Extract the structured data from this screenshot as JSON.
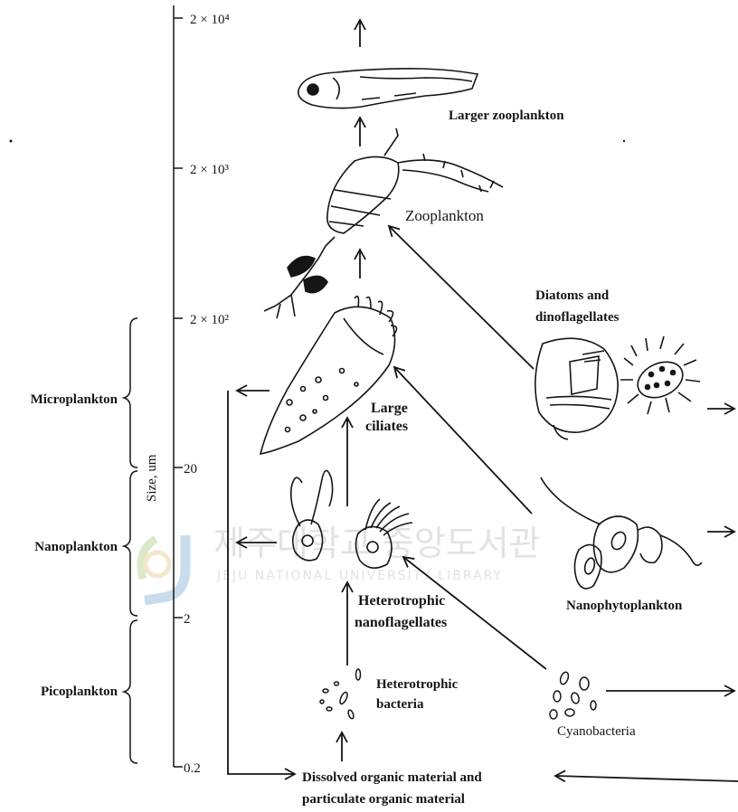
{
  "axis": {
    "title": "Size, um",
    "ticks": [
      "2 × 10⁴",
      "2 × 10³",
      "2 × 10²",
      "20",
      "2",
      "0.2"
    ]
  },
  "size_classes": [
    "Microplankton",
    "Nanoplankton",
    "Picoplankton"
  ],
  "labels": {
    "larger_zooplankton": "Larger zooplankton",
    "zooplankton": "Zooplankton",
    "diatoms_line1": "Diatoms and",
    "diatoms_line2": "dinoflagellates",
    "large_ciliates_line1": "Large",
    "large_ciliates_line2": "ciliates",
    "hnf_line1": "Heterotrophic",
    "hnf_line2": "nanoflagellates",
    "bacteria_line1": "Heterotrophic",
    "bacteria_line2": "bacteria",
    "nanophytoplankton": "Nanophytoplankton",
    "cyanobacteria": "Cyanobacteria",
    "dom_line1": "Dissolved organic material and",
    "dom_line2": "particulate organic material"
  },
  "watermark": {
    "korean": "제주대학교 중앙도서관",
    "english": "JEJU NATIONAL UNIVERSITY LIBRARY"
  }
}
